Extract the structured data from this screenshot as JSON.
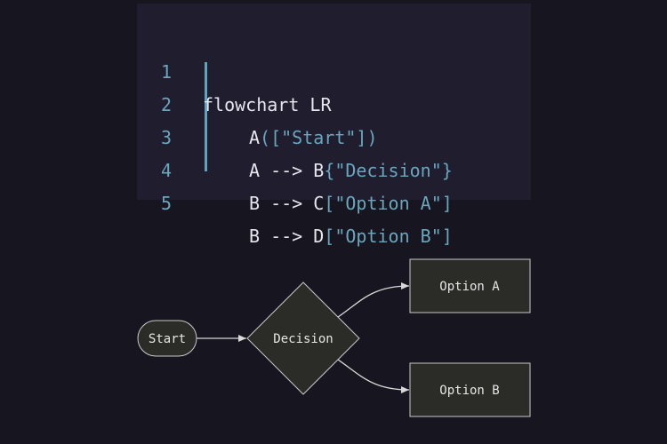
{
  "code": {
    "lines": [
      {
        "num": "1",
        "ident": "flowchart LR",
        "label": ""
      },
      {
        "num": "2",
        "ident": "A",
        "label": "([\"Start\"])"
      },
      {
        "num": "3",
        "ident": "A --> B",
        "label": "{\"Decision\"}"
      },
      {
        "num": "4",
        "ident": "B --> C",
        "label": "[\"Option A\"]"
      },
      {
        "num": "5",
        "ident": "B --> D",
        "label": "[\"Option B\"]"
      }
    ]
  },
  "diagram": {
    "nodes": {
      "start": "Start",
      "decision": "Decision",
      "option_a": "Option A",
      "option_b": "Option B"
    },
    "colors": {
      "node_fill": "#2b2b27",
      "node_stroke": "#c9c9c9",
      "edge": "#d8d8d8",
      "text": "#e6e6e6"
    }
  }
}
